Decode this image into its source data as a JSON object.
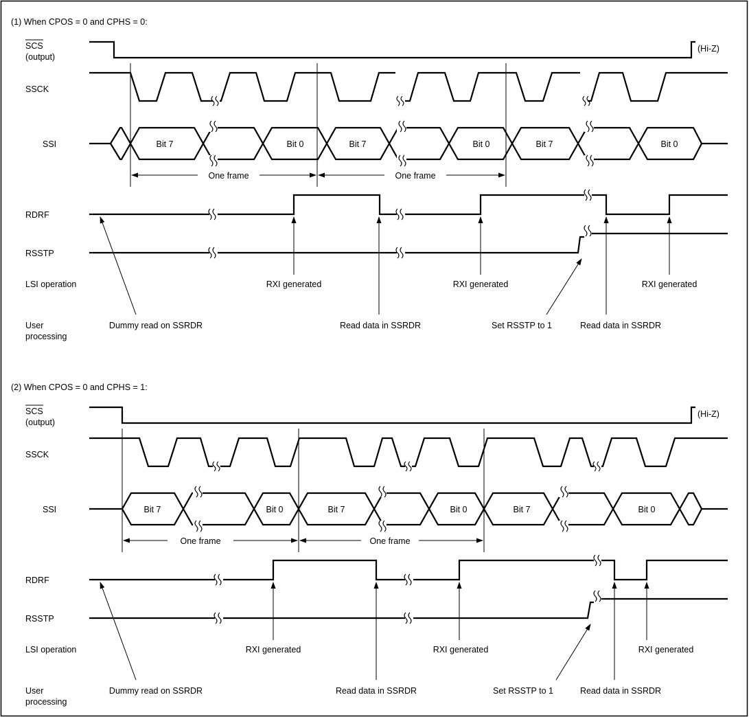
{
  "panels": [
    {
      "title": "(1) When CPOS = 0 and CPHS = 0:",
      "signals": {
        "scs": "SCS",
        "scs_sub": "(output)",
        "ssck": "SSCK",
        "ssi": "SSI",
        "rdrf": "RDRF",
        "rsstp": "RSSTP",
        "lsi": "LSI operation",
        "user_1": "User",
        "user_2": "processing"
      },
      "hiz": "(Hi-Z)",
      "bits": [
        "Bit 7",
        "Bit 0",
        "Bit 7",
        "Bit 0",
        "Bit 7",
        "Bit 0"
      ],
      "frames": [
        "One frame",
        "One frame"
      ],
      "lsi_events": [
        "RXI generated",
        "RXI generated",
        "RXI generated"
      ],
      "user_events": [
        "Dummy read on SSRDR",
        "Read data in SSRDR",
        "Set RSSTP to 1",
        "Read data in SSRDR"
      ]
    },
    {
      "title": "(2) When CPOS = 0 and CPHS = 1:",
      "signals": {
        "scs": "SCS",
        "scs_sub": "(output)",
        "ssck": "SSCK",
        "ssi": "SSI",
        "rdrf": "RDRF",
        "rsstp": "RSSTP",
        "lsi": "LSI operation",
        "user_1": "User",
        "user_2": "processing"
      },
      "hiz": "(Hi-Z)",
      "bits": [
        "Bit 7",
        "Bit 0",
        "Bit 7",
        "Bit 0",
        "Bit 7",
        "Bit 0"
      ],
      "frames": [
        "One frame",
        "One frame"
      ],
      "lsi_events": [
        "RXI generated",
        "RXI generated",
        "RXI generated"
      ],
      "user_events": [
        "Dummy read on SSRDR",
        "Read data in SSRDR",
        "Set RSSTP to 1",
        "Read data in SSRDR"
      ]
    }
  ]
}
